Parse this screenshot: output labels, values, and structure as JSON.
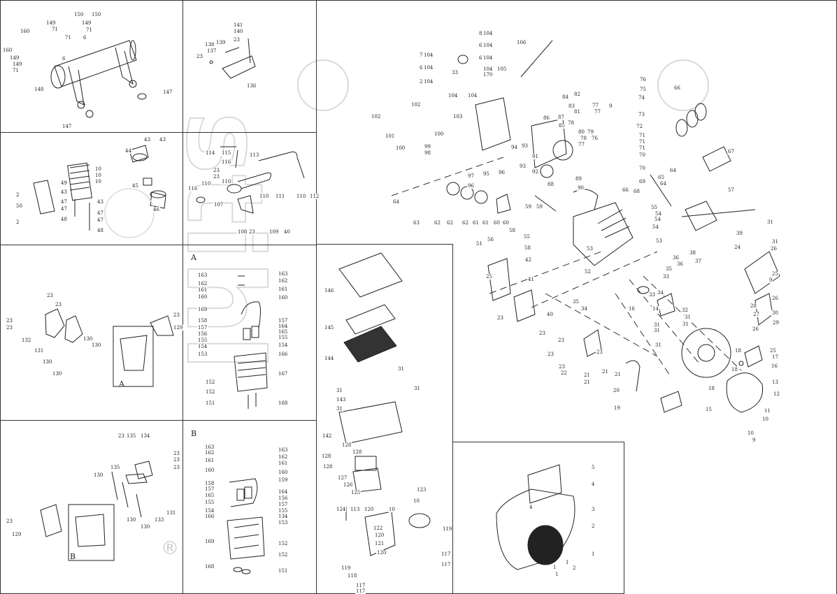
{
  "diagram": {
    "type": "exploded-parts-diagram",
    "watermark": "stihl",
    "registered_mark": "®",
    "section_labels": {
      "a": "A",
      "b": "B"
    },
    "panels": {
      "muffler": {
        "labels": [
          "150",
          "150",
          "160",
          "149",
          "149",
          "160",
          "71",
          "71",
          "149",
          "149",
          "71",
          "71",
          "6",
          "6",
          "148",
          "147",
          "147"
        ]
      },
      "throttle_bracket": {
        "labels": [
          "141",
          "140",
          "23",
          "139",
          "138",
          "137",
          "23",
          "136"
        ]
      },
      "oil_cooler": {
        "labels": [
          "2",
          "50",
          "2",
          "49",
          "43",
          "47",
          "47",
          "48",
          "43",
          "47",
          "47",
          "48",
          "10",
          "10",
          "10",
          "44",
          "43",
          "43",
          "45",
          "46"
        ]
      },
      "fuel_line": {
        "labels": [
          "114",
          "115",
          "116",
          "110",
          "23",
          "23",
          "113",
          "116",
          "110",
          "107",
          "108",
          "23",
          "109",
          "40",
          "110",
          "111",
          "110",
          "112"
        ]
      },
      "valve_cover_a": {
        "labels": [
          "23",
          "23",
          "23",
          "23",
          "132",
          "131",
          "130",
          "130",
          "130",
          "130",
          "23",
          "129"
        ]
      },
      "cylinder_head_a": {
        "labels": [
          "163",
          "162",
          "161",
          "160",
          "169",
          "158",
          "157",
          "156",
          "155",
          "154",
          "153",
          "163",
          "162",
          "161",
          "160",
          "157",
          "164",
          "165",
          "155",
          "154",
          "166",
          "167",
          "152",
          "152",
          "151",
          "168"
        ]
      },
      "air_filter": {
        "labels": [
          "146",
          "145",
          "144",
          "31",
          "31",
          "143",
          "31",
          "31",
          "142",
          "128",
          "128",
          "128",
          "128",
          "127",
          "126",
          "125",
          "124",
          "113",
          "120",
          "123",
          "10",
          "10",
          "122",
          "120",
          "121",
          "120",
          "119",
          "117",
          "117",
          "119",
          "118",
          "117",
          "117"
        ]
      },
      "valve_cover_b": {
        "labels": [
          "23",
          "135",
          "134",
          "23",
          "23",
          "23",
          "130",
          "135",
          "131",
          "133",
          "130",
          "130",
          "23",
          "129"
        ]
      },
      "cylinder_head_b": {
        "labels": [
          "163",
          "162",
          "161",
          "160",
          "158",
          "157",
          "165",
          "155",
          "154",
          "166",
          "169",
          "168",
          "163",
          "162",
          "161",
          "160",
          "159",
          "164",
          "156",
          "157",
          "155",
          "134",
          "153",
          "152",
          "152",
          "151"
        ]
      },
      "blower_housing": {
        "labels": [
          "5",
          "4",
          "4",
          "3",
          "2",
          "1",
          "1",
          "1",
          "2",
          "1"
        ]
      },
      "engine_main": {
        "labels": [
          "104",
          "104",
          "104",
          "104",
          "104",
          "104",
          "104",
          "104",
          "104",
          "106",
          "33",
          "105",
          "102",
          "102",
          "103",
          "101",
          "100",
          "100",
          "99",
          "98",
          "97",
          "96",
          "96",
          "95",
          "94",
          "93",
          "93",
          "92",
          "91",
          "90",
          "89",
          "88",
          "87",
          "86",
          "85",
          "84",
          "83",
          "82",
          "81",
          "80",
          "79",
          "78",
          "78",
          "77",
          "77",
          "77",
          "76",
          "76",
          "75",
          "74",
          "73",
          "72",
          "71",
          "71",
          "71",
          "70",
          "70",
          "69",
          "68",
          "67",
          "66",
          "66",
          "65",
          "64",
          "64",
          "64",
          "63",
          "62",
          "62",
          "62",
          "61",
          "61",
          "60",
          "60",
          "59",
          "59",
          "58",
          "58",
          "57",
          "56",
          "55",
          "55",
          "54",
          "54",
          "54",
          "53",
          "53",
          "52",
          "51",
          "42",
          "41",
          "40",
          "39",
          "38",
          "37",
          "36",
          "36",
          "35",
          "35",
          "34",
          "34",
          "33",
          "33",
          "32",
          "31",
          "31",
          "31",
          "31",
          "31",
          "31",
          "31",
          "30",
          "29",
          "28",
          "27",
          "26",
          "26",
          "26",
          "25",
          "25",
          "25",
          "24",
          "23",
          "23",
          "23",
          "23",
          "23",
          "23",
          "22",
          "21",
          "21",
          "21",
          "21",
          "20",
          "19",
          "18",
          "18",
          "18",
          "17",
          "16",
          "16",
          "15",
          "14",
          "13",
          "12",
          "11",
          "10",
          "10",
          "9",
          "9",
          "9",
          "8",
          "7",
          "6",
          "6",
          "6",
          "2",
          "170"
        ]
      }
    }
  }
}
